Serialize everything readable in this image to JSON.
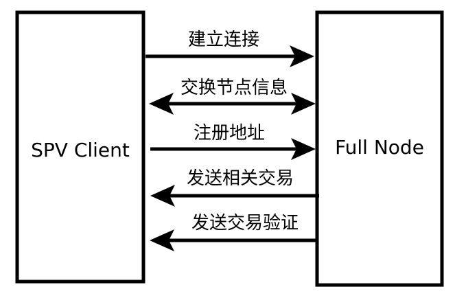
{
  "nodes": {
    "client": {
      "label": "SPV Client"
    },
    "full_node": {
      "label": "Full Node"
    }
  },
  "messages": [
    {
      "label": "建立连接",
      "direction": "client-to-node"
    },
    {
      "label": "交换节点信息",
      "direction": "bidirectional"
    },
    {
      "label": "注册地址",
      "direction": "client-to-node"
    },
    {
      "label": "发送相关交易",
      "direction": "node-to-client"
    },
    {
      "label": "发送交易验证",
      "direction": "node-to-client"
    }
  ],
  "colors": {
    "stroke": "#000000",
    "background": "#ffffff"
  }
}
